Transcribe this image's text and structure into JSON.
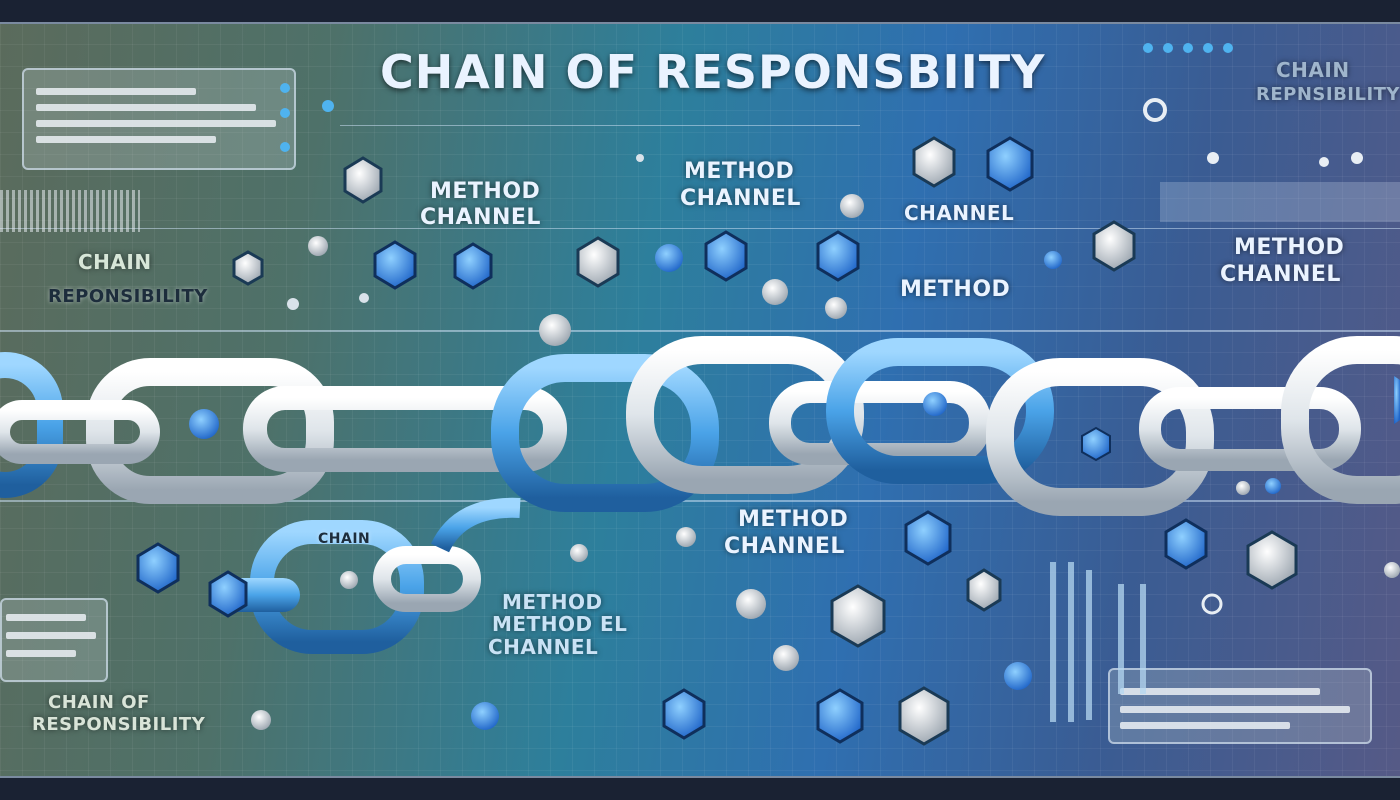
{
  "title": "CHAIN OF RESPONSBIITY",
  "labels": {
    "top_right": [
      "CHAIN",
      "REPNSIBILITY"
    ],
    "left": [
      "CHAIN",
      "REPONSIBILITY"
    ],
    "method_channel_1": [
      "METHOD",
      "CHANNEL"
    ],
    "method_channel_2": [
      "METHOD",
      "CHANNEL"
    ],
    "channel_top": "CHANNEL",
    "method_right_mid": "METHOD",
    "method_channel_right": [
      "METHOD",
      "CHANNEL"
    ],
    "chain_link": "CHAIN",
    "method_channel_mid": [
      "METHOD",
      "CHANNEL"
    ],
    "method_el_channel": [
      "METHOD",
      "METHOD EL",
      "CHANNEL"
    ],
    "bottom_left": [
      "CHAIN OF",
      "RESPONSIBILITY"
    ]
  },
  "colors": {
    "accent_blue": "#3a8fe6",
    "link_white": "#e8edf2",
    "link_blue": "#4aa3e8",
    "background_teal": "#2d7f9c"
  }
}
